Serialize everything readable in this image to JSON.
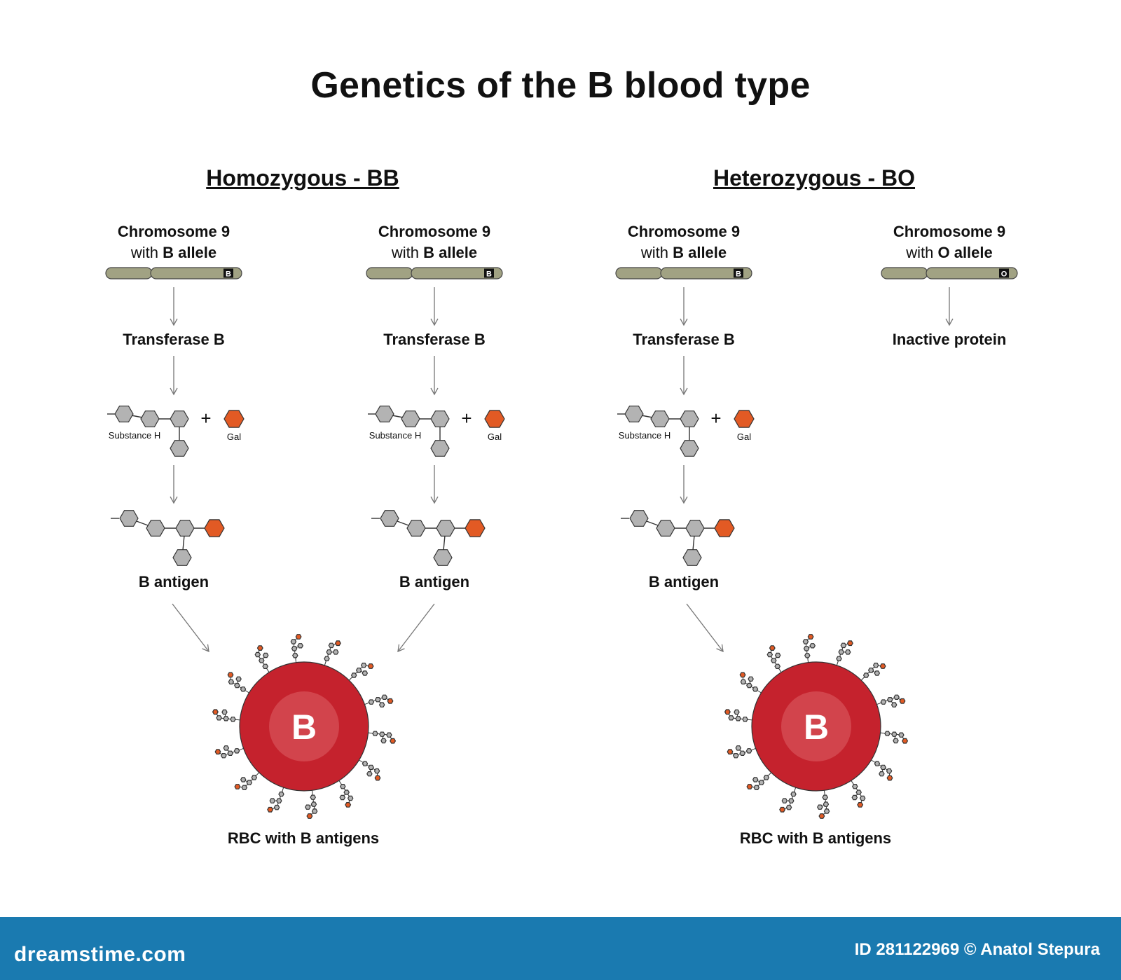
{
  "title": "Genetics of the B blood type",
  "sections": {
    "homozygous": "Homozygous - BB",
    "heterozygous": "Heterozygous - BO"
  },
  "columns": [
    {
      "chrom_line1": "Chromosome 9",
      "chrom_line2_prefix": "with ",
      "chrom_line2_bold": "B allele",
      "allele_letter": "B",
      "product": "Transferase B",
      "substance_label": "Substance H",
      "gal_label": "Gal",
      "antigen_label": "B antigen"
    },
    {
      "chrom_line1": "Chromosome 9",
      "chrom_line2_prefix": "with ",
      "chrom_line2_bold": "B allele",
      "allele_letter": "B",
      "product": "Transferase B",
      "substance_label": "Substance H",
      "gal_label": "Gal",
      "antigen_label": "B antigen"
    },
    {
      "chrom_line1": "Chromosome 9",
      "chrom_line2_prefix": "with ",
      "chrom_line2_bold": "B allele",
      "allele_letter": "B",
      "product": "Transferase B",
      "substance_label": "Substance H",
      "gal_label": "Gal",
      "antigen_label": "B antigen"
    },
    {
      "chrom_line1": "Chromosome 9",
      "chrom_line2_prefix": "with ",
      "chrom_line2_bold": "O allele",
      "allele_letter": "O",
      "product": "Inactive protein"
    }
  ],
  "plus_sign": "+",
  "rbc": [
    {
      "letter": "B",
      "label": "RBC with B antigens"
    },
    {
      "letter": "B",
      "label": "RBC with B antigens"
    }
  ],
  "footer": {
    "brand": "dreamstime.com",
    "credit": "ID 281122969 © Anatol Stepura"
  },
  "colors": {
    "chromosome": "#a1a283",
    "hexagon_gray": "#b3b3b3",
    "galactose": "#e25a24",
    "rbc": "#c5222d",
    "rbc_highlight": "#d2444c",
    "footer_bg": "#1a7ab0"
  }
}
